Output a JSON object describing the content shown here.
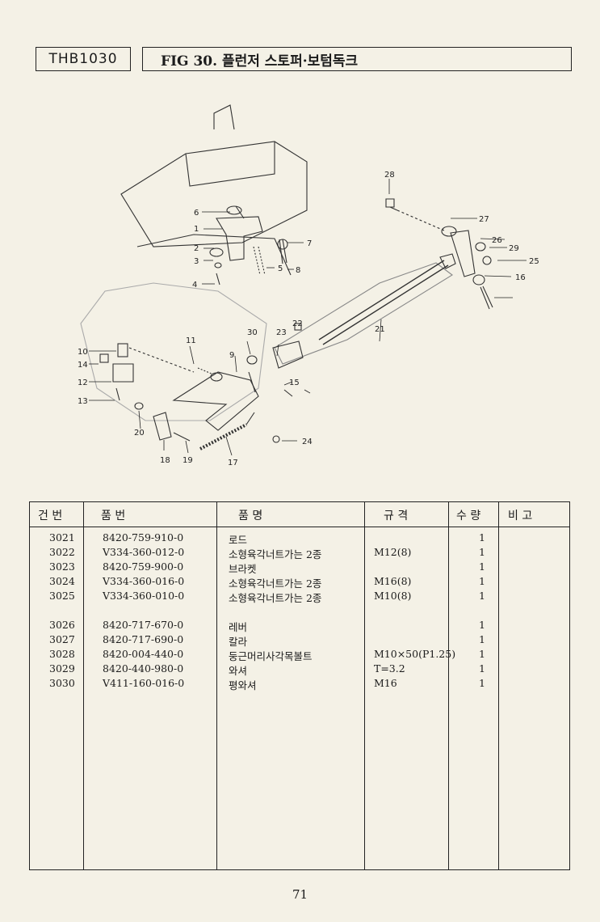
{
  "header": {
    "model": "THB1030",
    "title": "FIG 30. 플런저 스토퍼·보텀독크"
  },
  "diagram": {
    "callouts": [
      "1",
      "2",
      "3",
      "4",
      "5",
      "6",
      "7",
      "8",
      "9",
      "10",
      "11",
      "12",
      "13",
      "14",
      "15",
      "16",
      "17",
      "18",
      "19",
      "20",
      "21",
      "22",
      "23",
      "24",
      "25",
      "26",
      "27",
      "28",
      "29",
      "30"
    ]
  },
  "table": {
    "headers": {
      "no": "건  번",
      "part_no": "품        번",
      "name": "품             명",
      "spec": "규      격",
      "qty": "수 량",
      "remarks": "비  고"
    },
    "rows": [
      {
        "no": "3021",
        "part_no": "8420-759-910-0",
        "name": "로드",
        "spec": "",
        "qty": "1"
      },
      {
        "no": "3022",
        "part_no": "V334-360-012-0",
        "name": "소형육각너트가는 2종",
        "spec": "M12(8)",
        "qty": "1"
      },
      {
        "no": "3023",
        "part_no": "8420-759-900-0",
        "name": "브라켓",
        "spec": "",
        "qty": "1"
      },
      {
        "no": "3024",
        "part_no": "V334-360-016-0",
        "name": "소형육각너트가는 2종",
        "spec": "M16(8)",
        "qty": "1"
      },
      {
        "no": "3025",
        "part_no": "V334-360-010-0",
        "name": "소형육각너트가는 2종",
        "spec": "M10(8)",
        "qty": "1"
      },
      {
        "no": "3026",
        "part_no": "8420-717-670-0",
        "name": "레버",
        "spec": "",
        "qty": "1"
      },
      {
        "no": "3027",
        "part_no": "8420-717-690-0",
        "name": "칼라",
        "spec": "",
        "qty": "1"
      },
      {
        "no": "3028",
        "part_no": "8420-004-440-0",
        "name": "둥근머리사각목볼트",
        "spec": "M10×50(P1.25)",
        "qty": "1"
      },
      {
        "no": "3029",
        "part_no": "8420-440-980-0",
        "name": "와셔",
        "spec": "T=3.2",
        "qty": "1"
      },
      {
        "no": "3030",
        "part_no": "V411-160-016-0",
        "name": "평와셔",
        "spec": "M16",
        "qty": "1"
      }
    ]
  },
  "footer": {
    "page_number": "71"
  }
}
